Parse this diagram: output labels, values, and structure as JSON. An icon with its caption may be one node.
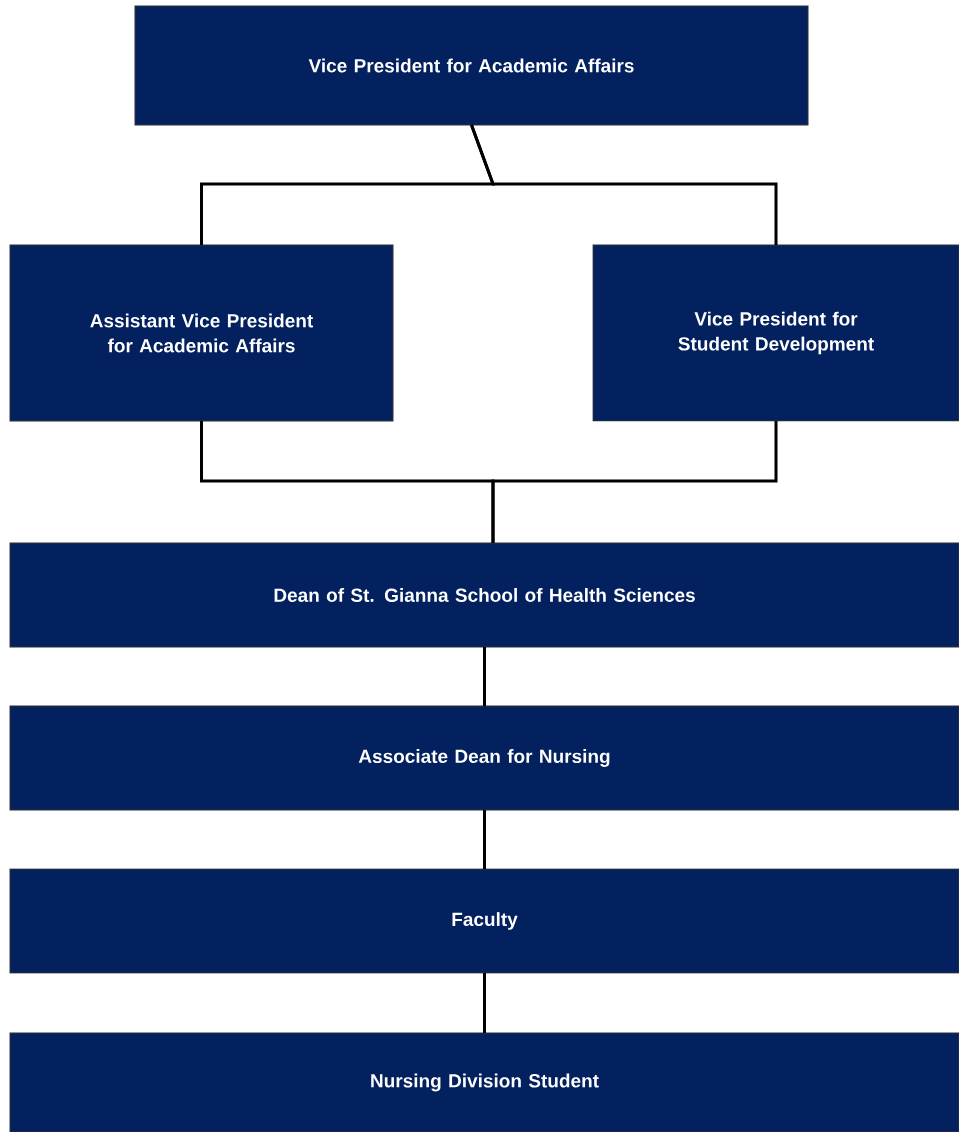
{
  "diagram": {
    "nodes": [
      {
        "text": [
          "Vice President for Academic Affairs"
        ]
      },
      {
        "text": [
          "Assistant Vice President for Academic Affairs"
        ]
      },
      {
        "text": [
          "Vice President for Student Development"
        ]
      },
      {
        "text": [
          "Dean of St. Gianna School of Health Sciences"
        ]
      },
      {
        "text": [
          "Associate Dean for Nursing"
        ]
      },
      {
        "text": [
          "Faculty"
        ]
      },
      {
        "text": [
          "Nursing Division Student"
        ]
      }
    ],
    "edges": [
      {
        "from": 0,
        "to": 1,
        "arrow": "none"
      },
      {
        "from": 0,
        "to": 2,
        "arrow": "none"
      },
      {
        "from": 1,
        "to": 3,
        "arrow": "none"
      },
      {
        "from": 2,
        "to": 3,
        "arrow": "none"
      },
      {
        "from": 3,
        "to": 4,
        "arrow": "none"
      },
      {
        "from": 4,
        "to": 5,
        "arrow": "none"
      },
      {
        "from": 5,
        "to": 6,
        "arrow": "none"
      }
    ]
  }
}
